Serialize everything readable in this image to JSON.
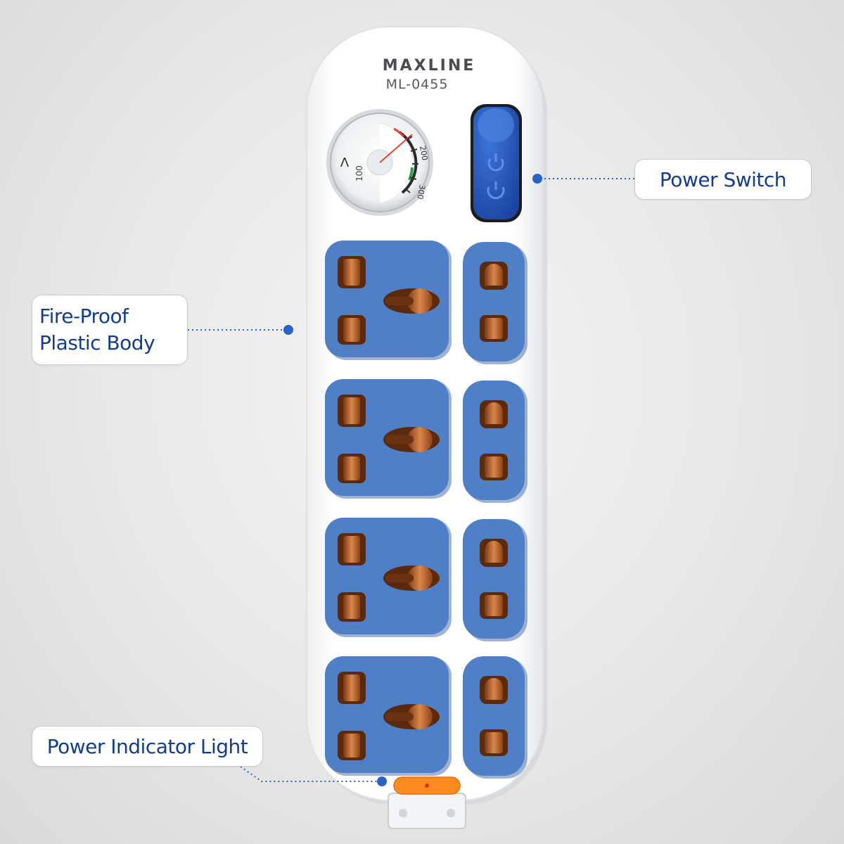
{
  "product": {
    "brand": "MAXLINE",
    "model": "ML-0455",
    "colors": {
      "body": "#ffffff",
      "socket_blue": "#4f7fc7",
      "switch_blue": "#2456b5",
      "copper": "#b5611e",
      "indicator_orange": "#ff8a1e",
      "callout_text": "#123d8f",
      "leader_dot": "#2a63c8"
    },
    "voltmeter": {
      "unit": "V",
      "scale_labels": [
        "300",
        "200",
        "100"
      ],
      "ticks_marked": true
    },
    "universal_socket_count": 4,
    "two_pin_socket_count": 4
  },
  "callouts": {
    "power_switch": "Power Switch",
    "fire_proof_body": "Fire-Proof\nPlastic Body",
    "power_indicator_light": "Power Indicator Light"
  }
}
